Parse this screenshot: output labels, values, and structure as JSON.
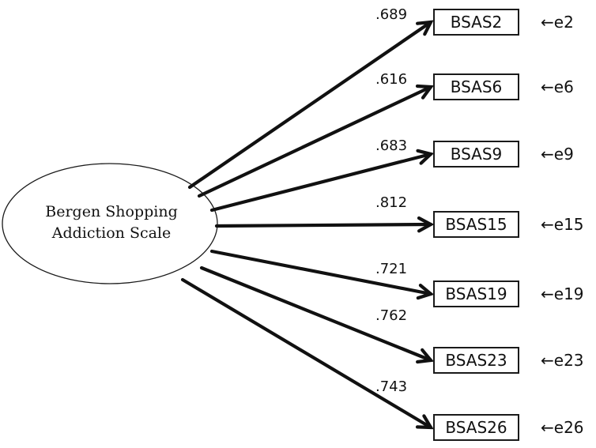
{
  "latent": {
    "line1": "Bergen Shopping",
    "line2": "Addiction Scale"
  },
  "items": [
    {
      "label": "BSAS2",
      "loading": ".689",
      "error": "←e2"
    },
    {
      "label": "BSAS6",
      "loading": ".616",
      "error": "←e6"
    },
    {
      "label": "BSAS9",
      "loading": ".683",
      "error": "←e9"
    },
    {
      "label": "BSAS15",
      "loading": ".812",
      "error": "←e15"
    },
    {
      "label": "BSAS19",
      "loading": ".721",
      "error": "←e19"
    },
    {
      "label": "BSAS23",
      "loading": ".762",
      "error": "←e23"
    },
    {
      "label": "BSAS26",
      "loading": ".743",
      "error": "←e26"
    }
  ]
}
